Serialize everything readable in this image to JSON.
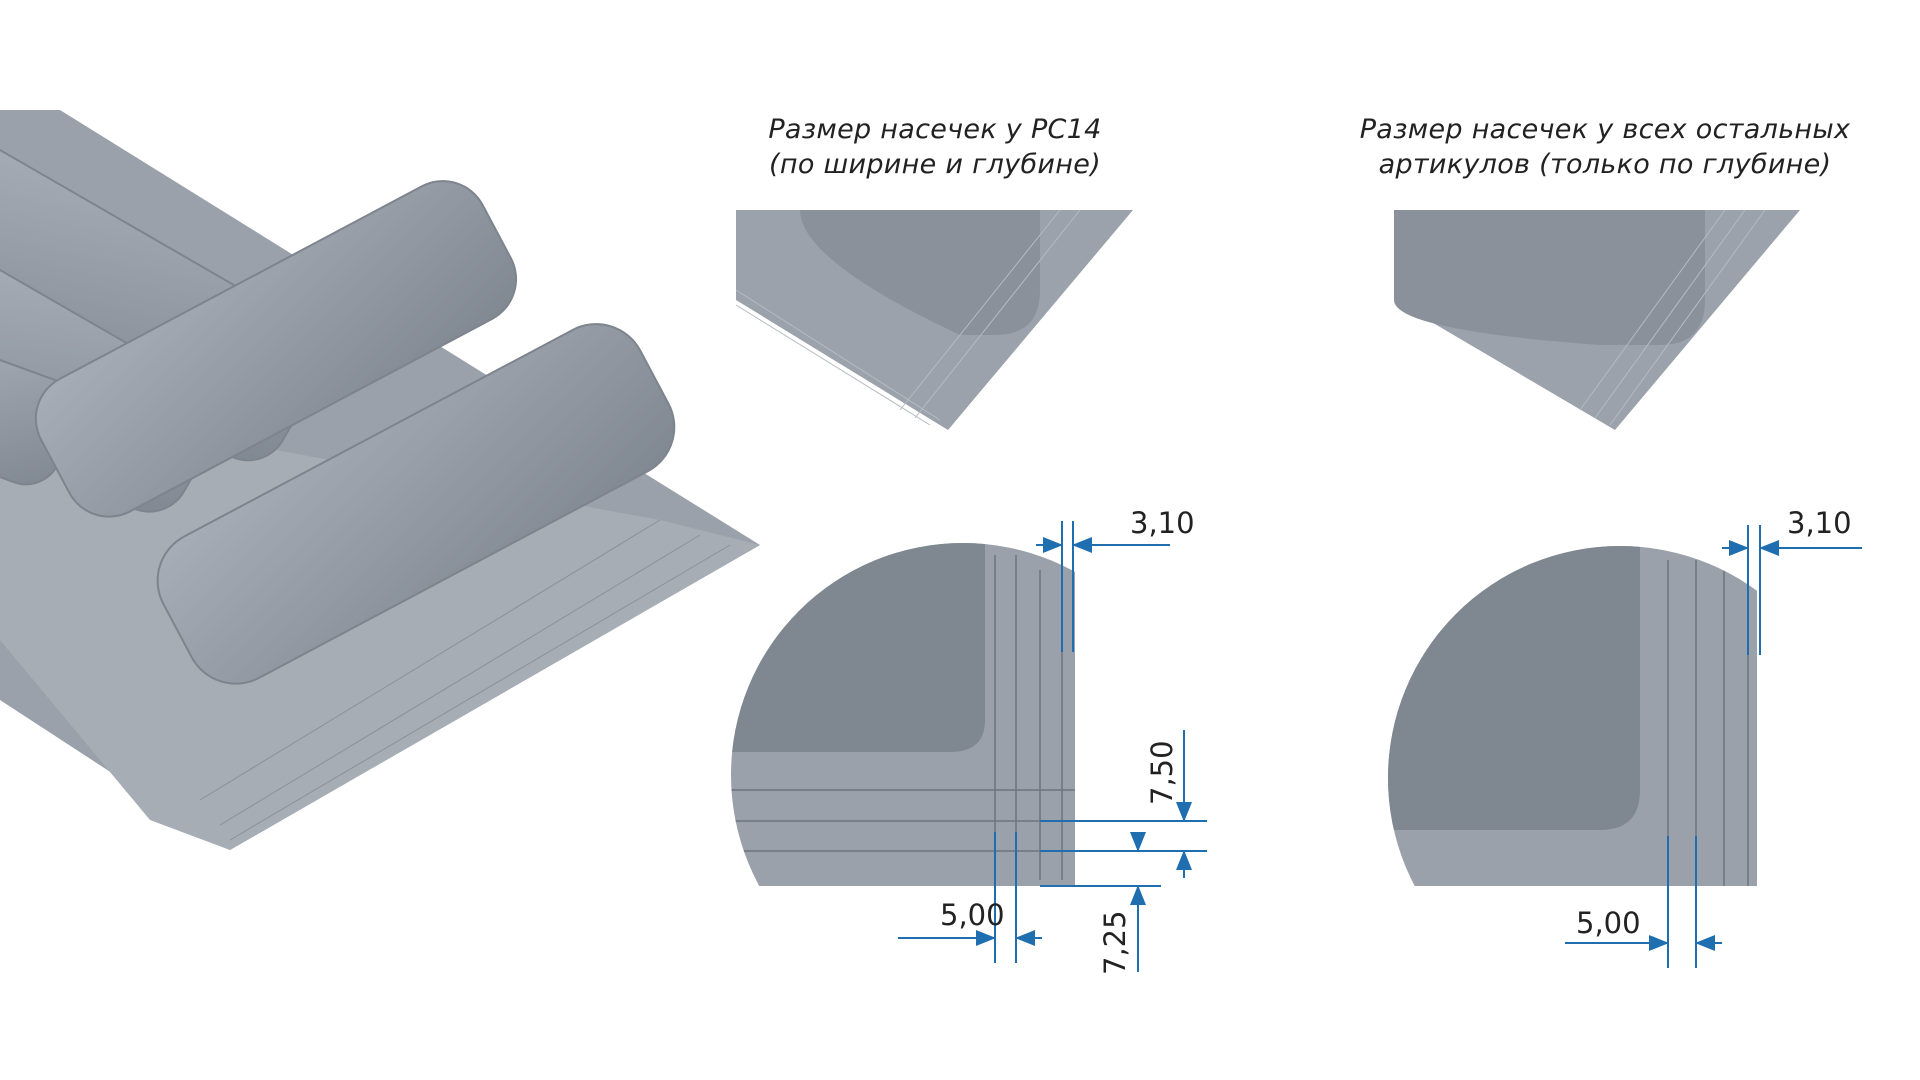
{
  "titles": {
    "pc14": [
      "Размер насечек у РС14",
      "(по ширине и глубине)"
    ],
    "others": [
      "Размер насечек у всех остальных",
      "артикулов (только по глубине)"
    ]
  },
  "dimensions": {
    "pc14": {
      "width_notch": "3,10",
      "width_pitch": "5,00",
      "depth_pitch": "7,50",
      "depth_notch": "7,25"
    },
    "others": {
      "width_notch": "3,10",
      "width_pitch": "5,00"
    }
  },
  "colors": {
    "dimension": "#1f6fb0",
    "tray": "#8e959e",
    "tray_light": "#a9b0b8"
  }
}
